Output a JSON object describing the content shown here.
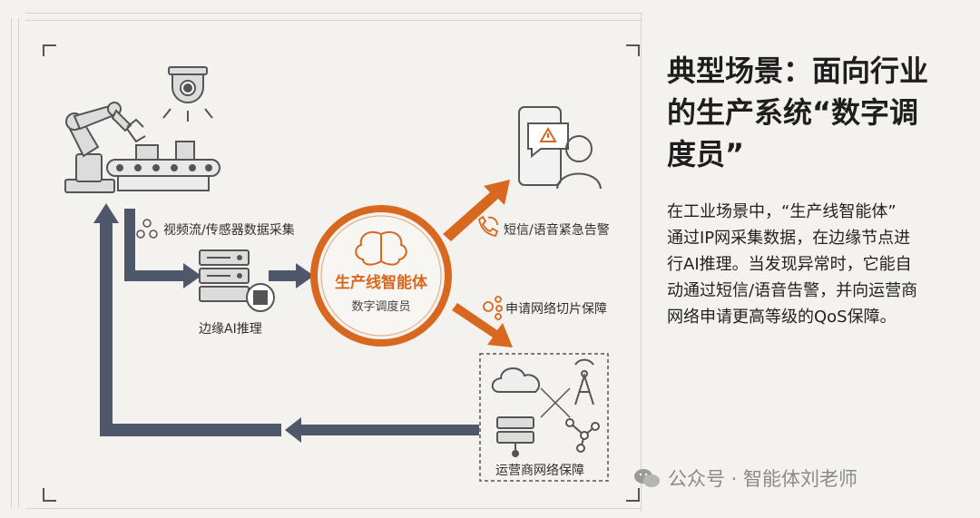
{
  "diagram": {
    "labels": {
      "collect": "视频流/传感器数据采集",
      "edge": "边缘AI推理",
      "alert": "短信/语音紧急告警",
      "slice": "申请网络切片保障",
      "operator": "运营商网络保障"
    },
    "hub": {
      "title": "生产线智能体",
      "subtitle": "数字调度员"
    },
    "colors": {
      "accent": "#d8681f",
      "arrow": "#4f586a",
      "icon_stroke": "#6b6b6b"
    }
  },
  "panel": {
    "title_line1": "典型场景：面向行业",
    "title_line2": "的生产系统“数字调",
    "title_line3": "度员”",
    "para_line1": "在工业场景中，“生产线智能体”",
    "para_line2": "通过IP网采集数据，在边缘节点进",
    "para_line3": "行AI推理。当发现异常时，它能自",
    "para_line4": "动通过短信/语音告警，并向运营商",
    "para_line5": "网络申请更高等级的QoS保障。"
  },
  "watermark": {
    "text": "公众号 · 智能体刘老师"
  }
}
